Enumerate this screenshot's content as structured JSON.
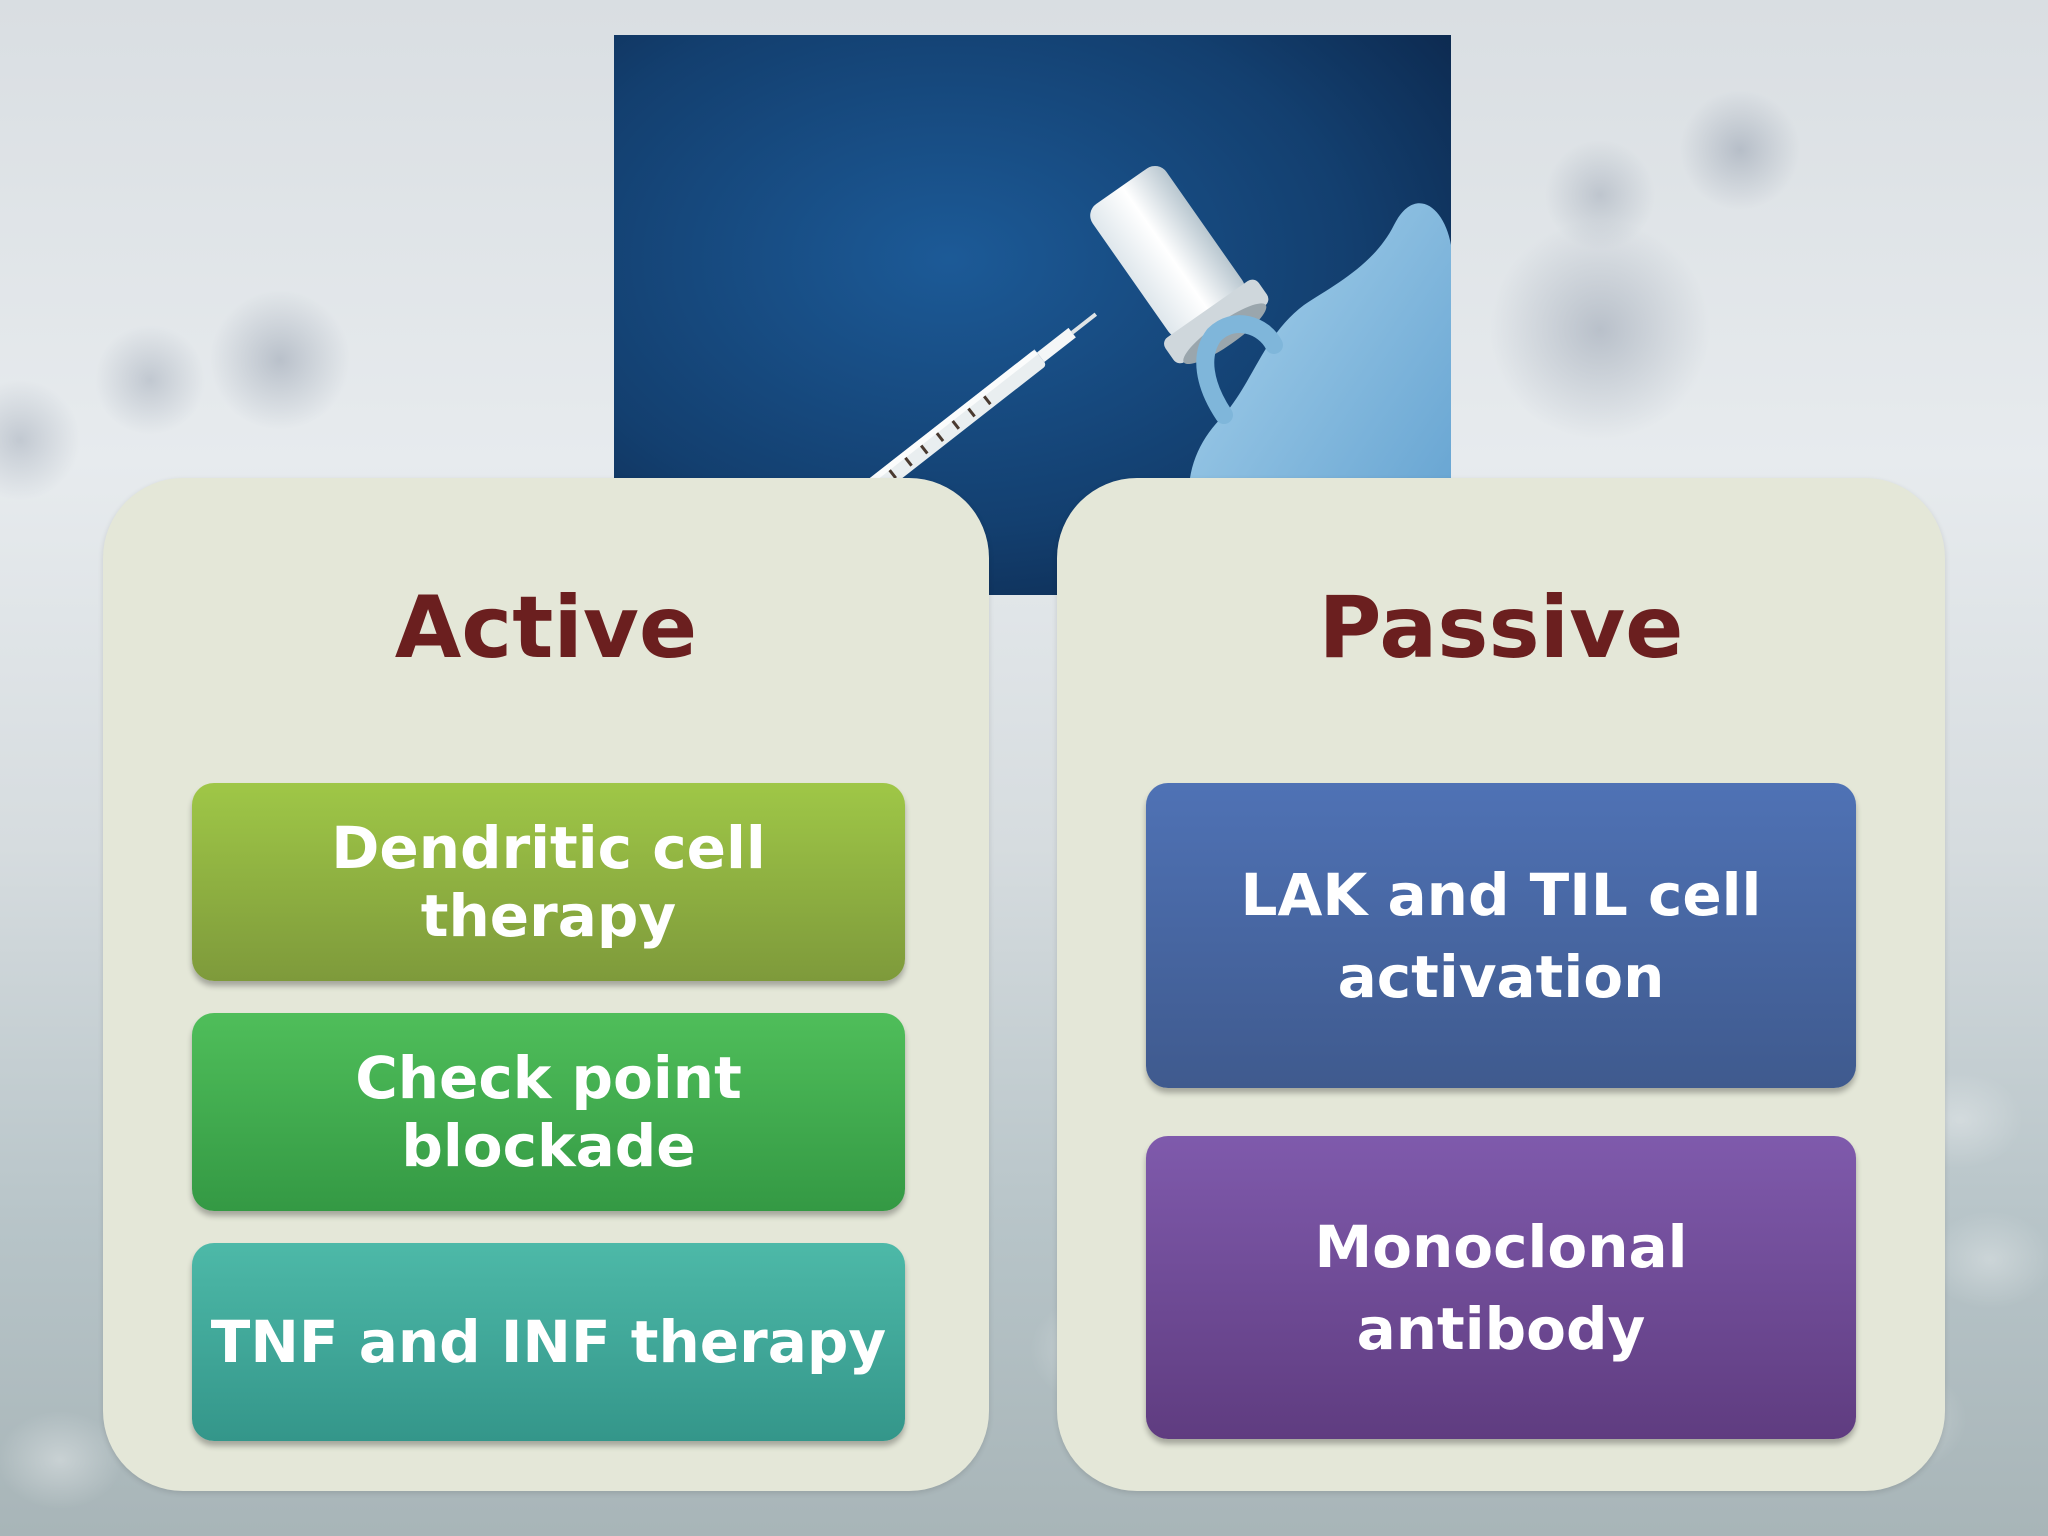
{
  "active": {
    "title": "Active",
    "items": [
      {
        "label": "Dendritic cell therapy",
        "color": "#8fb141"
      },
      {
        "label": "Check point blockade",
        "color": "#3fae4f"
      },
      {
        "label": "TNF and INF therapy",
        "color": "#40a898"
      }
    ]
  },
  "passive": {
    "title": "Passive",
    "items": [
      {
        "label": "LAK and TIL cell activation",
        "color": "#4766a2"
      },
      {
        "label": "Monoclonal antibody",
        "color": "#6f4a96"
      }
    ]
  },
  "colors": {
    "panel_background": "#e4e7d8",
    "title_color": "#6b1f1f"
  }
}
